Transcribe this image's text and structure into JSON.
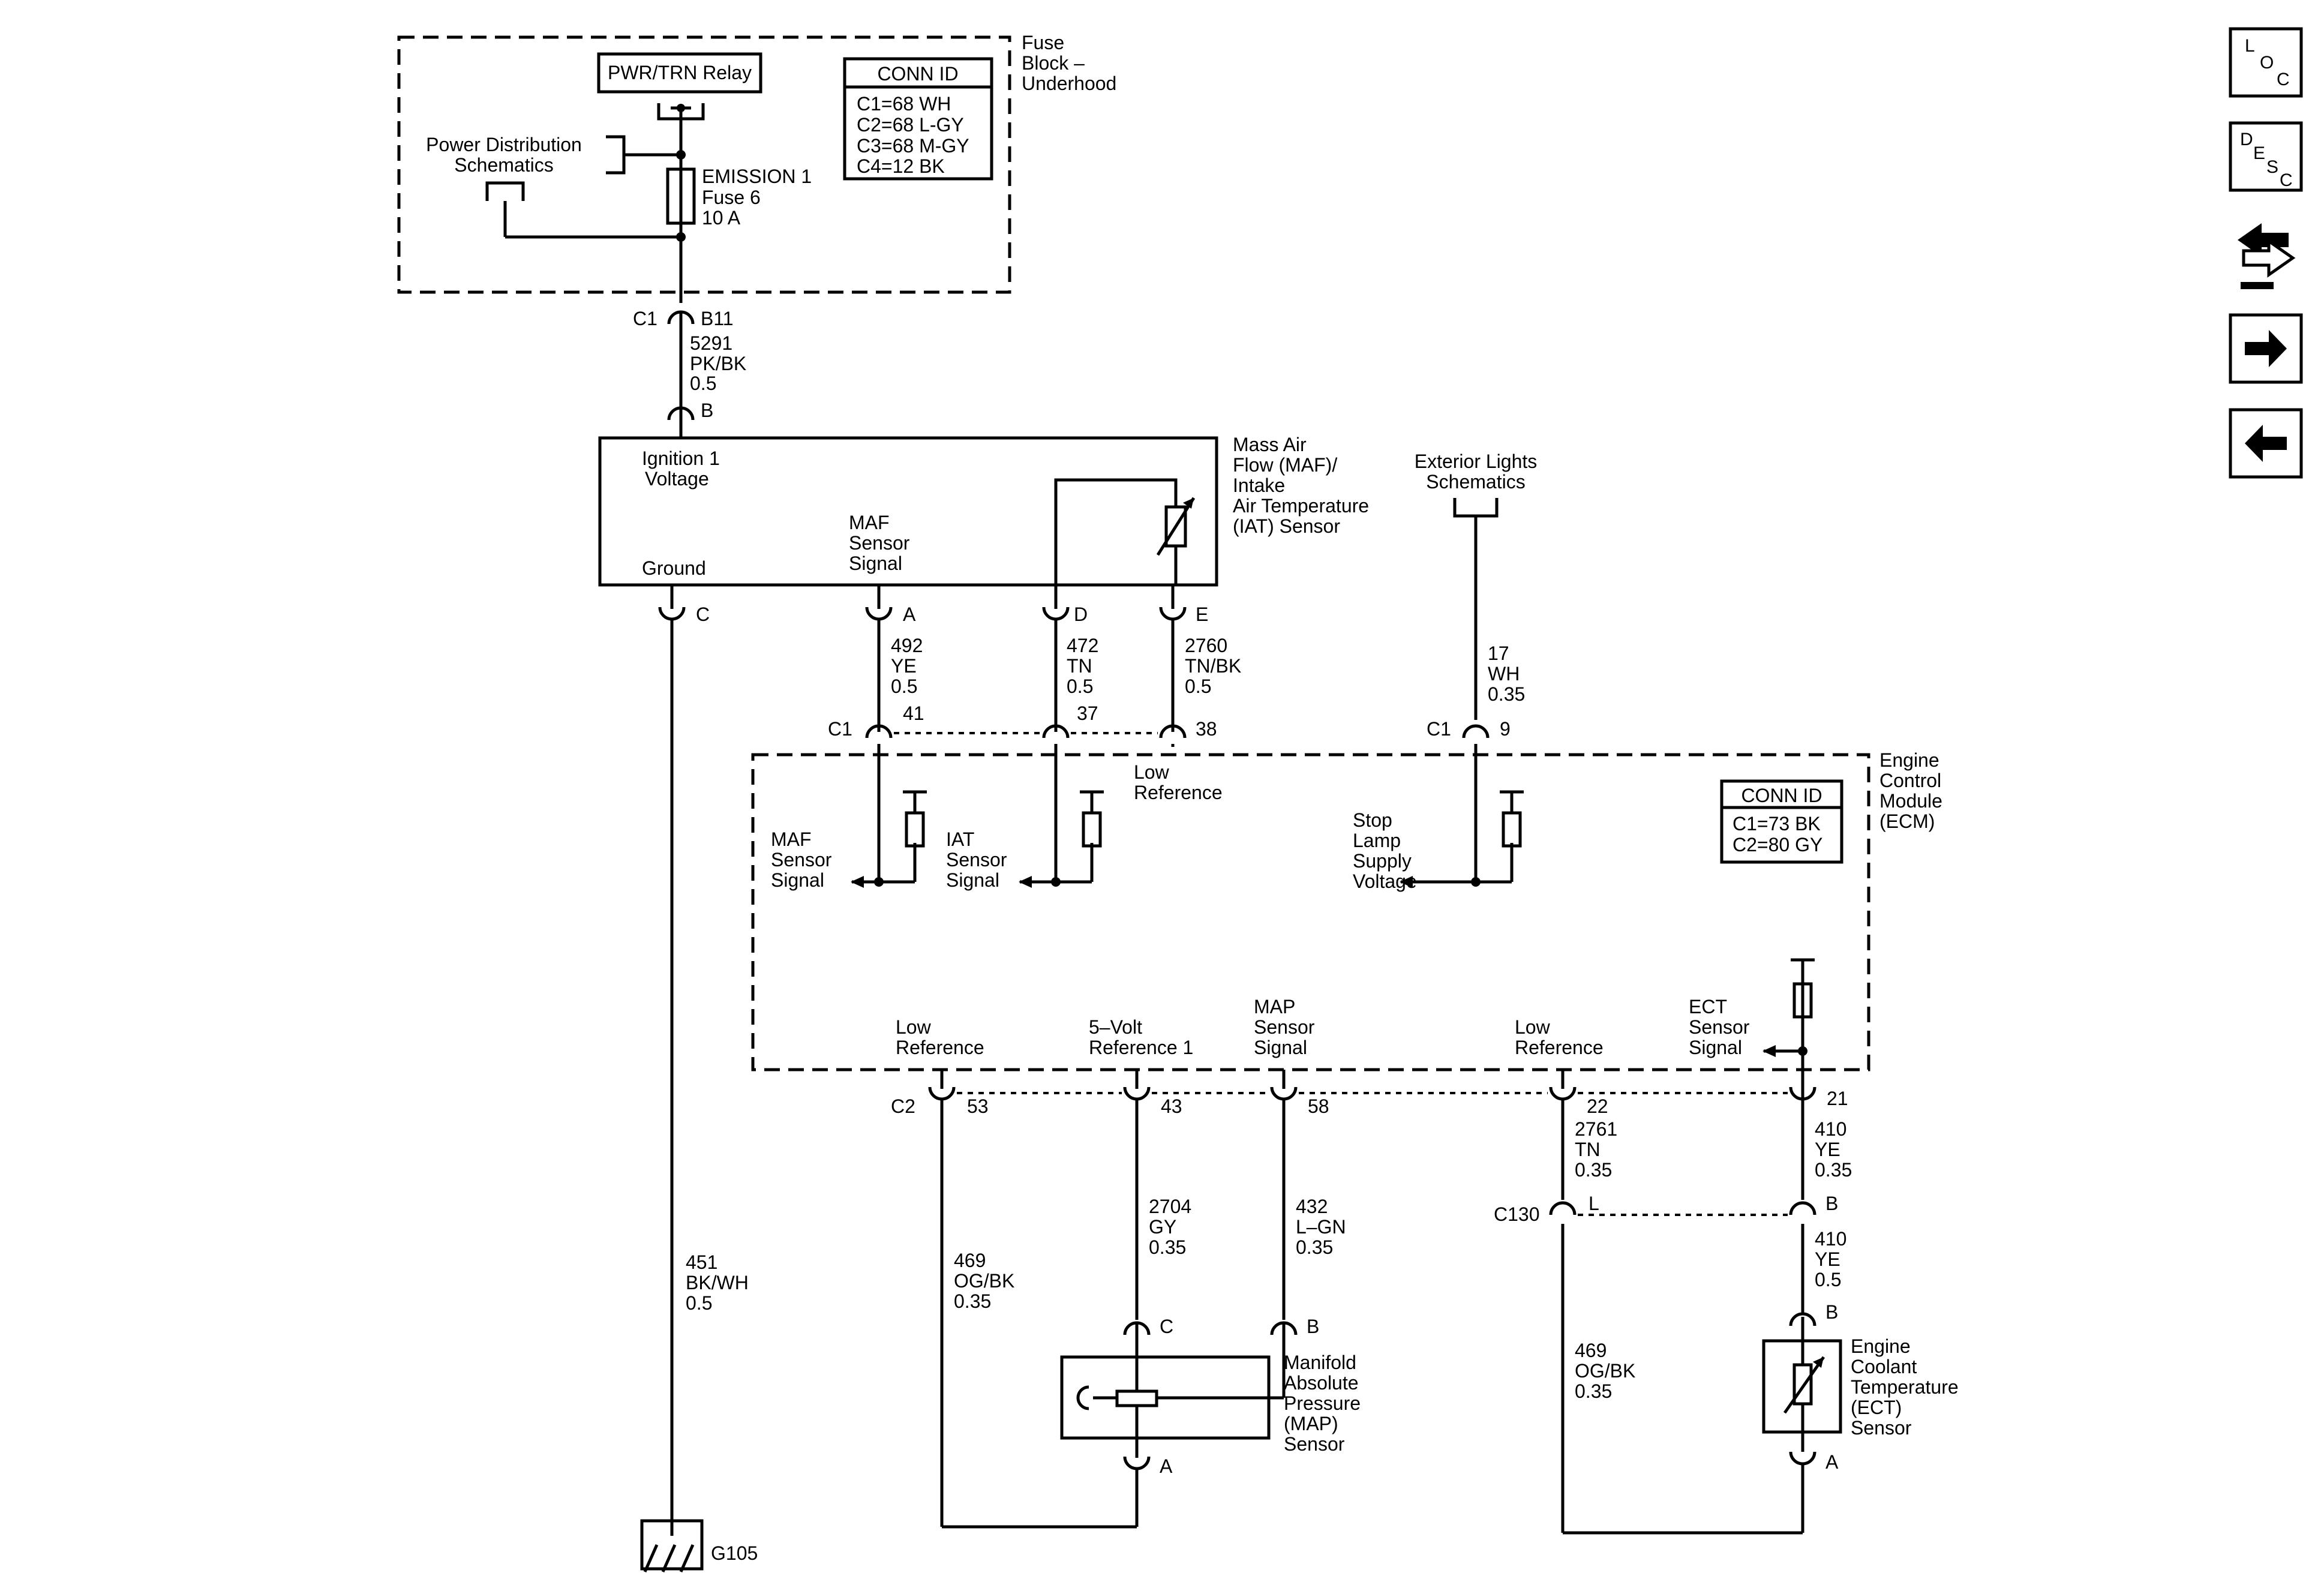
{
  "fuse_block": {
    "title": [
      "Fuse",
      "Block –",
      "Underhood"
    ],
    "relay": "PWR/TRN Relay",
    "power_dist": [
      "Power Distribution",
      "Schematics"
    ],
    "fuse": [
      "EMISSION 1",
      "Fuse 6",
      "10 A"
    ],
    "conn_id": {
      "title": "CONN ID",
      "rows": [
        "C1=68 WH",
        "C2=68 L-GY",
        "C3=68 M-GY",
        "C4=12 BK"
      ]
    }
  },
  "connectors": {
    "c1": "C1",
    "b11": "B11",
    "b": "B",
    "c": "C",
    "a": "A",
    "d": "D",
    "e": "E",
    "c1_41": "41",
    "c1_37": "37",
    "c1_38": "38",
    "c1_9": "9",
    "c2": "C2",
    "c2_53": "53",
    "c2_43": "43",
    "c2_58": "58",
    "c2_22": "22",
    "c2_21": "21",
    "c130": "C130",
    "c130_l": "L",
    "c130_b": "B",
    "map_c": "C",
    "map_b": "B",
    "map_a": "A",
    "ect_b": "B",
    "ect_a": "A"
  },
  "wires": {
    "w5291": [
      "5291",
      "PK/BK",
      "0.5"
    ],
    "w492": [
      "492",
      "YE",
      "0.5"
    ],
    "w472": [
      "472",
      "TN",
      "0.5"
    ],
    "w2760": [
      "2760",
      "TN/BK",
      "0.5"
    ],
    "w17": [
      "17",
      "WH",
      "0.35"
    ],
    "w451": [
      "451",
      "BK/WH",
      "0.5"
    ],
    "w469a": [
      "469",
      "OG/BK",
      "0.35"
    ],
    "w2704": [
      "2704",
      "GY",
      "0.35"
    ],
    "w432": [
      "432",
      "L–GN",
      "0.35"
    ],
    "w2761": [
      "2761",
      "TN",
      "0.35"
    ],
    "w410a": [
      "410",
      "YE",
      "0.35"
    ],
    "w410b": [
      "410",
      "YE",
      "0.5"
    ],
    "w469b": [
      "469",
      "OG/BK",
      "0.35"
    ]
  },
  "maf_sensor": {
    "name": [
      "Mass Air",
      "Flow (MAF)/",
      "Intake",
      "Air Temperature",
      "(IAT) Sensor"
    ],
    "ign": [
      "Ignition 1",
      "Voltage"
    ],
    "signal": [
      "MAF",
      "Sensor",
      "Signal"
    ],
    "ground": "Ground"
  },
  "exterior": [
    "Exterior Lights",
    "Schematics"
  ],
  "ecm": {
    "name": [
      "Engine",
      "Control",
      "Module",
      "(ECM)"
    ],
    "conn_id": {
      "title": "CONN ID",
      "rows": [
        "C1=73 BK",
        "C2=80 GY"
      ]
    },
    "maf_signal": [
      "MAF",
      "Sensor",
      "Signal"
    ],
    "iat_signal": [
      "IAT",
      "Sensor",
      "Signal"
    ],
    "low_ref_top": [
      "Low",
      "Reference"
    ],
    "stop_lamp": [
      "Stop",
      "Lamp",
      "Supply",
      "Voltage"
    ],
    "low_ref_1": [
      "Low",
      "Reference"
    ],
    "five_volt": [
      "5–Volt",
      "Reference 1"
    ],
    "map_signal": [
      "MAP",
      "Sensor",
      "Signal"
    ],
    "low_ref_2": [
      "Low",
      "Reference"
    ],
    "ect_signal": [
      "ECT",
      "Sensor",
      "Signal"
    ]
  },
  "map_sensor": [
    "Manifold",
    "Absolute",
    "Pressure",
    "(MAP)",
    "Sensor"
  ],
  "ect_sensor": [
    "Engine",
    "Coolant",
    "Temperature",
    "(ECT)",
    "Sensor"
  ],
  "ground": "G105",
  "nav": {
    "loc": [
      "L",
      "O",
      "C"
    ],
    "desc": [
      "D",
      "E",
      "S",
      "C"
    ],
    "icons": [
      "loc-icon",
      "desc-icon",
      "swap-arrows-icon",
      "arrow-right-icon",
      "arrow-left-icon"
    ]
  }
}
